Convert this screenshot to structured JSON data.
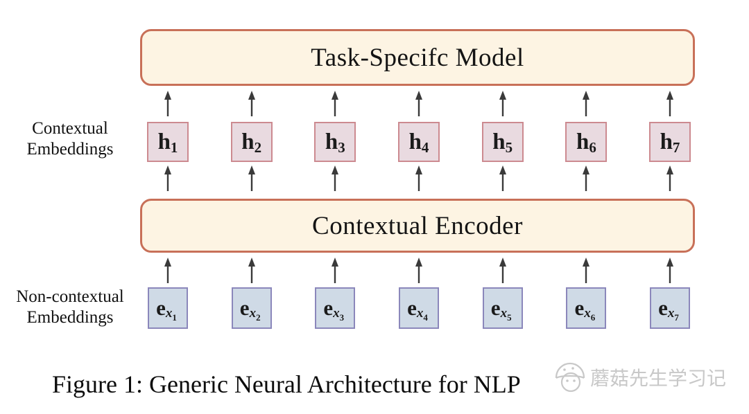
{
  "colors": {
    "box_fill": "#FDF4E3",
    "box_border": "#C87058",
    "h_fill": "#E9DAE0",
    "h_border": "#CC8A90",
    "e_fill": "#CFDAE6",
    "e_border": "#8B87BB",
    "arrow": "#3A3A3A",
    "watermark": "#C8C8C8"
  },
  "task_model": {
    "label": "Task-Specifc Model"
  },
  "encoder": {
    "label": "Contextual Encoder"
  },
  "left_labels": {
    "contextual": [
      "Contextual",
      "Embeddings"
    ],
    "non_contextual": [
      "Non-contextual",
      "Embeddings"
    ]
  },
  "nodes": {
    "h_base": "h",
    "e_base": "e",
    "e_sub": "x",
    "indices": [
      "1",
      "2",
      "3",
      "4",
      "5",
      "6",
      "7"
    ]
  },
  "caption": "Figure 1: Generic Neural Architecture for NLP",
  "watermark": {
    "text": "蘑菇先生学习记",
    "icon": "mushroom-icon"
  }
}
